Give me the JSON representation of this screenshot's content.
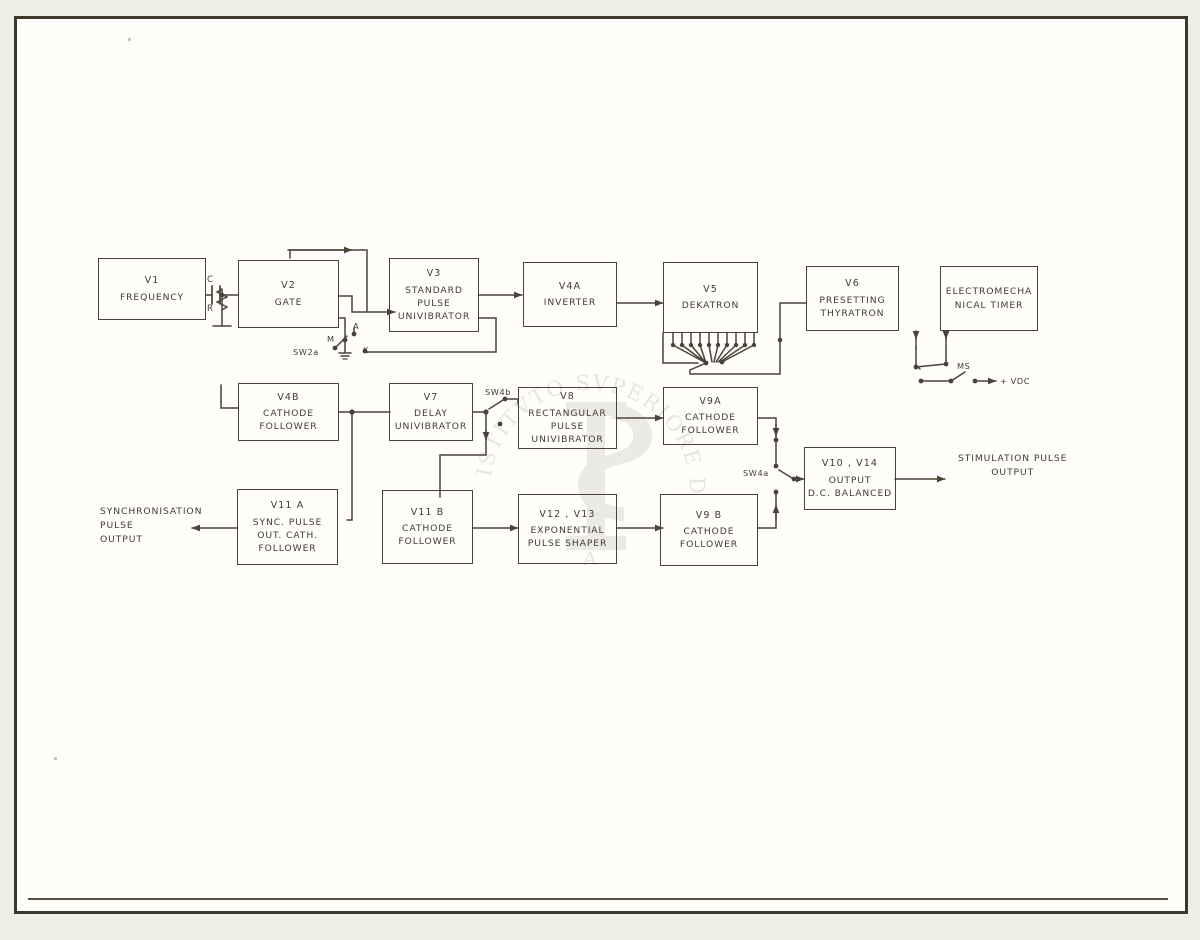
{
  "document": {
    "kind": "electronic block diagram",
    "watermark": "ISTITVTO SVPERIORE DI SANITÀ",
    "watermark_monogram": "ISS"
  },
  "blocks": [
    {
      "id": "v1",
      "ref": "V1",
      "name": "FREQUENCY"
    },
    {
      "id": "v2",
      "ref": "V2",
      "name": "GATE"
    },
    {
      "id": "v3",
      "ref": "V3",
      "name": "STANDARD\nPULSE\nUNIVIBRATOR"
    },
    {
      "id": "v4a",
      "ref": "V4A",
      "name": "INVERTER"
    },
    {
      "id": "v5",
      "ref": "V5",
      "name": "DEKATRON"
    },
    {
      "id": "v6",
      "ref": "V6",
      "name": "PRESETTING\nTHYRATRON"
    },
    {
      "id": "timer",
      "ref": "",
      "name": "ELECTROMECHA\nNICAL TIMER"
    },
    {
      "id": "v4b",
      "ref": "V4B",
      "name": "CATHODE\nFOLLOWER"
    },
    {
      "id": "v7",
      "ref": "V7",
      "name": "DELAY\nUNIVIBRATOR"
    },
    {
      "id": "v8",
      "ref": "V8",
      "name": "RECTANGULAR\nPULSE\nUNIVIBRATOR"
    },
    {
      "id": "v9a",
      "ref": "V9A",
      "name": "CATHODE\nFOLLOWER"
    },
    {
      "id": "v10",
      "ref": "V10 , V14",
      "name": "OUTPUT\nD.C. BALANCED"
    },
    {
      "id": "v11a",
      "ref": "V11 A",
      "name": "SYNC. PULSE\nOUT. CATH.\nFOLLOWER"
    },
    {
      "id": "v11b",
      "ref": "V11 B",
      "name": "CATHODE\nFOLLOWER"
    },
    {
      "id": "v12",
      "ref": "V12 , V13",
      "name": "EXPONENTIAL\nPULSE SHAPER"
    },
    {
      "id": "v9b",
      "ref": "V9 B",
      "name": "CATHODE\nFOLLOWER"
    }
  ],
  "labels": {
    "cap": "C",
    "res": "R",
    "sw2a": "SW2a",
    "sw2a_m": "M",
    "sw2a_a": "A",
    "sw2a_k": "K",
    "sw4b": "SW4b",
    "sw4a": "SW4a",
    "ms": "MS",
    "vdc": "+ VDC",
    "sync_out": "SYNCHRONISATION\nPULSE\nOUTPUT",
    "stim_out": "STIMULATION PULSE\nOUTPUT"
  },
  "colors": {
    "ink": "#413c2f",
    "line": "#4a4436",
    "paper": "#fffefb",
    "mount": "#efeee4",
    "frame": "#3b382c"
  }
}
